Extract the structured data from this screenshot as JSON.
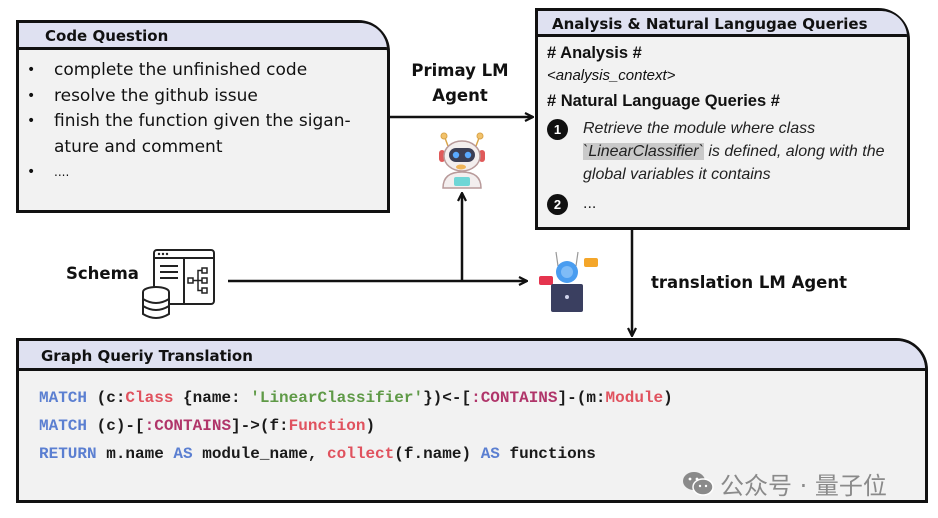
{
  "code_question": {
    "title": "Code Question",
    "items": [
      "complete the unfinished code",
      "resolve the github issue",
      "finish the function given the sigan-ature and comment",
      "...."
    ]
  },
  "primary_agent": {
    "label_line1": "Primay LM",
    "label_line2": "Agent",
    "icon": "robot-support-icon"
  },
  "analysis": {
    "title": "Analysis & Natural Langugae Queries",
    "analysis_heading": "# Analysis #",
    "analysis_context": "<analysis_context>",
    "nlq_heading": "# Natural Language Queries #",
    "queries": [
      {
        "number": "1",
        "prefix": "Retrieve the module where class ",
        "highlight": "`LinearClassifier`",
        "suffix": " is defined, along with the global variables it contains"
      },
      {
        "number": "2",
        "text": "..."
      }
    ]
  },
  "schema": {
    "label": "Schema",
    "icon": "database-schema-icon"
  },
  "translation_agent": {
    "label": "translation LM Agent",
    "icon": "robot-laptop-icon"
  },
  "graph_query": {
    "title": "Graph Queriy Translation",
    "lines": [
      [
        {
          "t": "MATCH",
          "c": "kw"
        },
        {
          "t": " (c:",
          "c": ""
        },
        {
          "t": "Class",
          "c": "lab"
        },
        {
          "t": " {name: ",
          "c": ""
        },
        {
          "t": "'LinearClassifier'",
          "c": "str"
        },
        {
          "t": "})<-[",
          "c": ""
        },
        {
          "t": ":CONTAINS",
          "c": "rel"
        },
        {
          "t": "]-(m:",
          "c": ""
        },
        {
          "t": "Module",
          "c": "lab"
        },
        {
          "t": ")",
          "c": ""
        }
      ],
      [
        {
          "t": "MATCH",
          "c": "kw"
        },
        {
          "t": " (c)-[",
          "c": ""
        },
        {
          "t": ":CONTAINS",
          "c": "rel"
        },
        {
          "t": "]->(f:",
          "c": ""
        },
        {
          "t": "Function",
          "c": "lab"
        },
        {
          "t": ")",
          "c": ""
        }
      ],
      [
        {
          "t": "RETURN",
          "c": "kw"
        },
        {
          "t": " m.name ",
          "c": ""
        },
        {
          "t": "AS",
          "c": "kw"
        },
        {
          "t": " module_name, ",
          "c": ""
        },
        {
          "t": "collect",
          "c": "fn"
        },
        {
          "t": "(f.name) ",
          "c": ""
        },
        {
          "t": "AS",
          "c": "kw"
        },
        {
          "t": " functions",
          "c": ""
        }
      ]
    ]
  },
  "watermark": {
    "text": "公众号 · 量子位",
    "icon": "wechat-icon"
  },
  "colors": {
    "header_bg": "#dfe1f1",
    "box_bg": "#f2f2f2",
    "keyword": "#5b7fd1",
    "label": "#e0525e",
    "relation": "#b0356a",
    "string": "#5f9a47"
  }
}
